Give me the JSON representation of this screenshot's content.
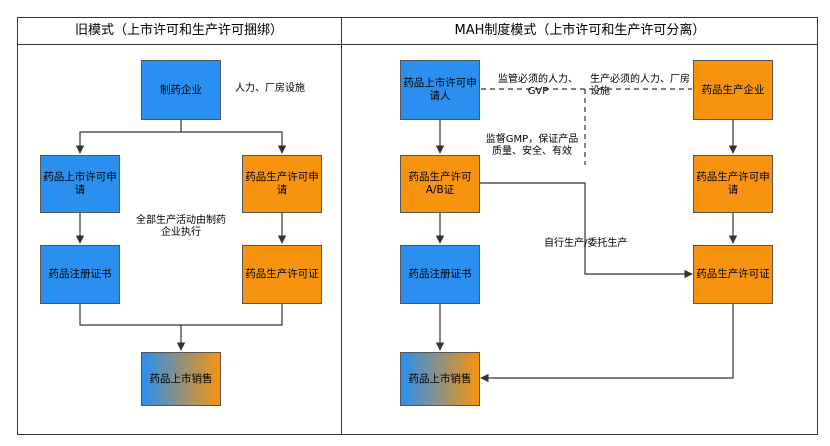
{
  "left": {
    "header": "旧模式（上市许可和生产许可捆绑）",
    "boxes": {
      "pharma_company": "制药企业",
      "marketing_app": "药品上市许可申请",
      "production_app": "药品生产许可申请",
      "reg_cert": "药品注册证书",
      "prod_cert": "药品生产许可证",
      "market_sales": "药品上市销售"
    },
    "labels": {
      "resources": "人力、厂房设施",
      "all_activities": "全部生产活动由制药企业执行"
    }
  },
  "right": {
    "header": "MAH制度模式（上市许可和生产许可分离）",
    "boxes": {
      "mah_applicant": "药品上市许可申请人",
      "mfg_company": "药品生产企业",
      "prod_cert_ab": "药品生产许可A/B证",
      "prod_app": "药品生产许可申请",
      "reg_cert": "药品注册证书",
      "prod_cert": "药品生产许可证",
      "market_sales": "药品上市销售"
    },
    "labels": {
      "supervise_resources": "监管必须的人力、GVP",
      "production_resources": "生产必须的人力、厂房设施",
      "supervise_gmp": "监督GMP，保证产品质量、安全、有效",
      "self_or_entrusted": "自行生产/委托生产"
    }
  },
  "colors": {
    "blue": "#2b8fef",
    "orange": "#f7930f",
    "line": "#333333"
  }
}
